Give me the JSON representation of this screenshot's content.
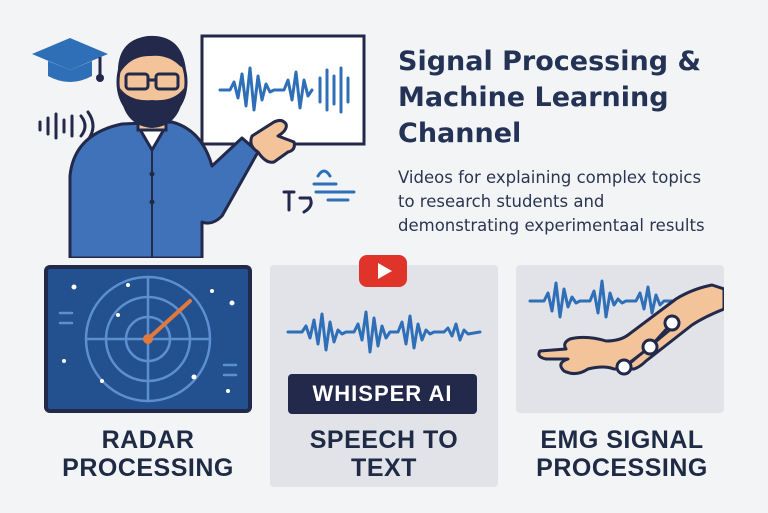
{
  "header": {
    "title_line1": "Signal Processing &",
    "title_line2": "Machine Learning",
    "title_line3": "Channel",
    "subtitle_line1": "Videos for explaining complex topics",
    "subtitle_line2": "to research students and",
    "subtitle_line3": "demonstrating experimentaal results"
  },
  "cards": {
    "radar": {
      "line1": "RADAR",
      "line2": "PROCESSING"
    },
    "speech": {
      "badge": "WHISPER AI",
      "line1": "SPEECH TO",
      "line2": "TEXT"
    },
    "emg": {
      "line1": "EMG SIGNAL",
      "line2": "PROCESSING"
    }
  },
  "colors": {
    "navy": "#22294a",
    "blue": "#2f6fb8",
    "shirt": "#3f72b8",
    "radar_bg": "#23508f",
    "youtube_red": "#e0342b",
    "accent_orange": "#e07a3c",
    "skin": "#f3c39a"
  },
  "icons": [
    "graduation-cap-icon",
    "sound-wave-icon",
    "youtube-play-icon",
    "translate-icon"
  ]
}
